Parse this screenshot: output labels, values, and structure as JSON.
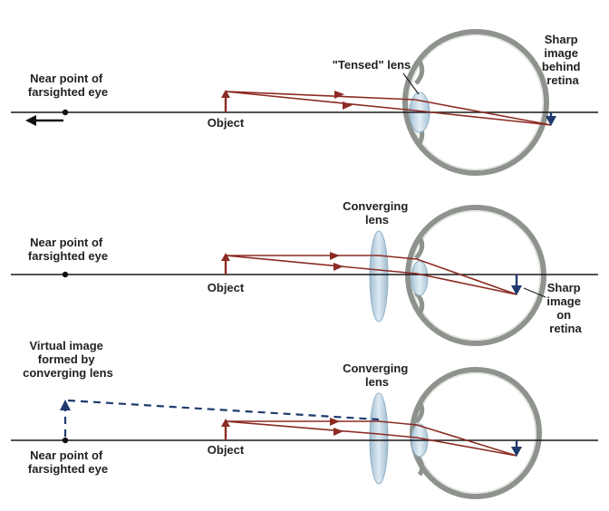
{
  "colors": {
    "ray": "#8b2b24",
    "image_arrow": "#1f3a6e",
    "eye_outline": "#8e938d",
    "lens_fill": "#bcd3e2",
    "axis": "#1a1a1a"
  },
  "panels": [
    {
      "near_point_label": [
        "Near point of",
        "farsighted eye"
      ],
      "object_label": "Object",
      "lens_label": "\"Tensed\" lens",
      "image_label": [
        "Sharp",
        "image",
        "behind",
        "retina"
      ]
    },
    {
      "near_point_label": [
        "Near point of",
        "farsighted eye"
      ],
      "object_label": "Object",
      "converging_lens_label": [
        "Converging",
        "lens"
      ],
      "image_label": [
        "Sharp",
        "image",
        "on",
        "retina"
      ]
    },
    {
      "virtual_image_label": [
        "Virtual image",
        "formed by",
        "converging lens"
      ],
      "near_point_label": [
        "Near point of",
        "farsighted eye"
      ],
      "object_label": "Object",
      "converging_lens_label": [
        "Converging",
        "lens"
      ]
    }
  ]
}
